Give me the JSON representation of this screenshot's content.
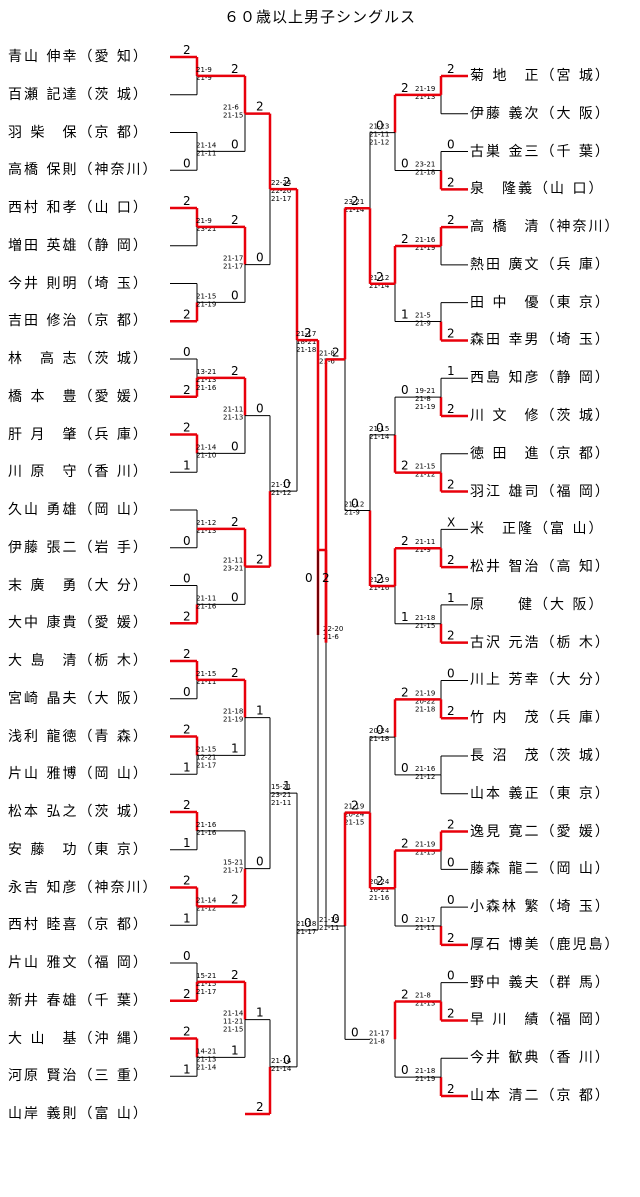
{
  "title": "６０歳以上男子シングルス",
  "colors": {
    "win": "#e8000b",
    "line": "#000000"
  },
  "left_players": [
    "青山 伸幸（愛 知）",
    "百瀬 記達（茨 城）",
    "羽 柴　保（京 都）",
    "高橋 保則（神奈川）",
    "西村 和孝（山 口）",
    "増田 英雄（静 岡）",
    "今井 則明（埼 玉）",
    "吉田 修治（京 都）",
    "林　高 志（茨 城）",
    "橋 本　豊（愛 媛）",
    "肝 月　肇（兵 庫）",
    "川 原　守（香 川）",
    "久山 勇雄（岡 山）",
    "伊藤 張二（岩 手）",
    "末 廣　勇（大 分）",
    "大中 康貴（愛 媛）",
    "大 島　清（栃 木）",
    "宮崎 晶夫（大 阪）",
    "浅利 龍徳（青 森）",
    "片山 雅博（岡 山）",
    "松本 弘之（茨 城）",
    "安 藤　功（東 京）",
    "永吉 知彦（神奈川）",
    "西村 睦喜（京 都）",
    "片山 雅文（福 岡）",
    "新井 春雄（千 葉）",
    "大 山　基（沖 縄）",
    "河原 賢治（三 重）",
    "山岸 義則（富 山）"
  ],
  "right_players": [
    "菊 地　正（宮 城）",
    "伊藤 義次（大 阪）",
    "古巣 金三（千 葉）",
    "泉　隆義（山 口）",
    "高 橋　清（神奈川）",
    "熱田 廣文（兵 庫）",
    "田 中　優（東 京）",
    "森田 幸男（埼 玉）",
    "西島 知彦（静 岡）",
    "川 文　修（茨 城）",
    "徳 田　進（京 都）",
    "羽江 雄司（福 岡）",
    "米　正隆（富 山）",
    "松井 智治（高 知）",
    "原　　健（大 阪）",
    "古沢 元浩（栃 木）",
    "川上 芳幸（大 分）",
    "竹 内　茂（兵 庫）",
    "長 沼　茂（茨 城）",
    "山本 義正（東 京）",
    "逸見 寛二（愛 媛）",
    "藤森 龍二（岡 山）",
    "小森林 繁（埼 玉）",
    "厚石 博美（鹿児島）",
    "野中 義夫（群 馬）",
    "早 川　績（福 岡）",
    "今井 歓典（香 川）",
    "山本 清二（京 都）"
  ],
  "left_rounds": [
    [
      [
        "2",
        ""
      ],
      [
        "",
        "0"
      ],
      [
        "2",
        ""
      ],
      [
        "",
        "2"
      ],
      [
        "0",
        "2"
      ],
      [
        "2",
        "1"
      ],
      [
        "",
        "0"
      ],
      [
        "0",
        "2"
      ],
      [
        "2",
        "0"
      ],
      [
        "2",
        "1"
      ],
      [
        "2",
        "1"
      ],
      [
        "2",
        "1"
      ],
      [
        "0",
        "2"
      ],
      [
        "2",
        "1"
      ],
      [
        "",
        "2"
      ]
    ],
    [
      [
        "2",
        "0"
      ],
      [
        "2",
        "0"
      ],
      [
        "2",
        "0"
      ],
      [
        "2",
        "0"
      ],
      [
        "2",
        "1"
      ],
      [
        "",
        "2"
      ],
      [
        "2",
        "1"
      ],
      [
        "2",
        "1"
      ]
    ],
    [
      [
        "2",
        "0"
      ],
      [
        "0",
        "2"
      ],
      [
        "1",
        "0"
      ],
      [
        "1",
        "2"
      ]
    ],
    [
      [
        "2",
        "0"
      ],
      [
        "1",
        "0"
      ]
    ],
    [
      [
        "2",
        "0"
      ]
    ]
  ],
  "right_rounds": [
    [
      [
        "2",
        ""
      ],
      [
        "0",
        "2"
      ],
      [
        "2",
        ""
      ],
      [
        "",
        "2"
      ],
      [
        "1",
        "2"
      ],
      [
        "",
        "2"
      ],
      [
        "X",
        "2"
      ],
      [
        "1",
        "2"
      ],
      [
        "0",
        "2"
      ],
      [
        "",
        ""
      ],
      [
        "2",
        "0"
      ],
      [
        "0",
        "2"
      ],
      [
        "0",
        "2"
      ],
      [
        "",
        "2"
      ],
      [
        "",
        ""
      ]
    ],
    [
      [
        "2",
        "0"
      ],
      [
        "2",
        "1"
      ],
      [
        "0",
        "2"
      ],
      [
        "2",
        "1"
      ],
      [
        "2",
        "0"
      ],
      [
        "2",
        "0"
      ],
      [
        "2",
        "0"
      ],
      [
        "2",
        "0"
      ]
    ],
    [
      [
        "0",
        "2"
      ],
      [
        "0",
        "2"
      ],
      [
        "0",
        "2"
      ],
      [
        "0",
        "2"
      ]
    ],
    [
      [
        "2",
        "0"
      ],
      [
        "2",
        "0"
      ]
    ],
    [
      [
        "2",
        "0"
      ]
    ]
  ],
  "final": {
    "left_score": "0",
    "right_score": "2"
  },
  "left_set_scores": [
    "21-9\n21-9",
    "21-14\n21-11",
    "21-9\n23-21",
    "21-15\n21-19",
    "13-21\n21-13\n21-16",
    "21-14\n21-10",
    "21-12\n21-13",
    "21-11\n21-16",
    "21-15\n21-11",
    "21-15\n12-21\n21-17",
    "21-16\n21-16",
    "21-14\n21-12",
    "15-21\n21-15\n21-17",
    "14-21\n21-13\n21-14",
    "21-6\n21-15",
    "21-17\n21-17",
    "21-11\n21-13",
    "21-11\n23-21",
    "21-18\n21-19",
    "15-21\n21-17",
    "21-14\n11-21\n21-15",
    "22-24\n22-20\n21-17",
    "21-17\n21-12",
    "15-21\n23-21\n21-11",
    "21-14\n21-14",
    "21-17\n18-21\n21-18",
    "21-18\n21-17",
    "22-20\n21-6"
  ],
  "right_set_scores": [
    "21-19\n21-13",
    "23-21\n21-18",
    "21-16\n21-19",
    "21-5\n21-9",
    "19-21\n21-8\n21-19",
    "21-15\n21-12",
    "21-11\n21-9",
    "21-18\n21-15",
    "21-19\n20-22\n21-18",
    "21-16\n21-12",
    "21-19\n21-15",
    "21-17\n21-11",
    "21-8\n21-13",
    "21-18\n21-19",
    "21-23\n21-11\n21-12",
    "21-12\n21-14",
    "21-15\n21-14",
    "21-19\n21-16",
    "20-24\n21-18",
    "20-24\n16-21\n21-16",
    "21-17\n21-8",
    "23-21\n21-14",
    "21-12\n21-9",
    "21-19\n20-24\n21-15",
    "21-8\n21-6",
    "21-19\n21-11"
  ]
}
